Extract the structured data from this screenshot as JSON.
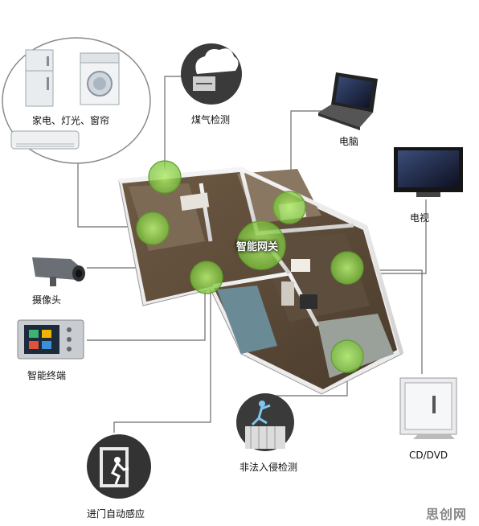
{
  "labels": {
    "appliances": "家电、灯光、窗帘",
    "gas": "煤气检测",
    "computer": "电脑",
    "tv": "电视",
    "camera": "摄像头",
    "terminal": "智能终端",
    "gateway": "智能网关",
    "intrusion": "非法入侵检测",
    "door": "进门自动感应",
    "cd": "CD/DVD"
  },
  "watermark": "思创网",
  "colors": {
    "line": "#6b6b6b",
    "node": "#8fd14f",
    "node_edge": "#5f9e2a",
    "icon_circle": "#3a3a3a"
  }
}
